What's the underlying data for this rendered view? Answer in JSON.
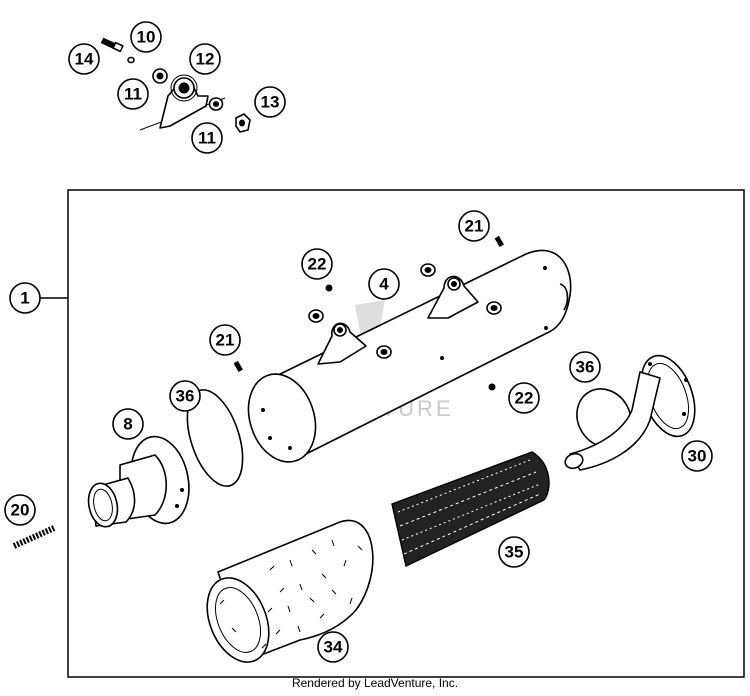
{
  "callouts": {
    "c1": "1",
    "c4": "4",
    "c8": "8",
    "c10": "10",
    "c11a": "11",
    "c11b": "11",
    "c12": "12",
    "c13": "13",
    "c14": "14",
    "c20": "20",
    "c21a": "21",
    "c21b": "21",
    "c22a": "22",
    "c22b": "22",
    "c30": "30",
    "c34": "34",
    "c35": "35",
    "c36a": "36",
    "c36b": "36"
  },
  "watermark": "LEADVENTURE",
  "footer": "Rendered by LeadVenture, Inc."
}
